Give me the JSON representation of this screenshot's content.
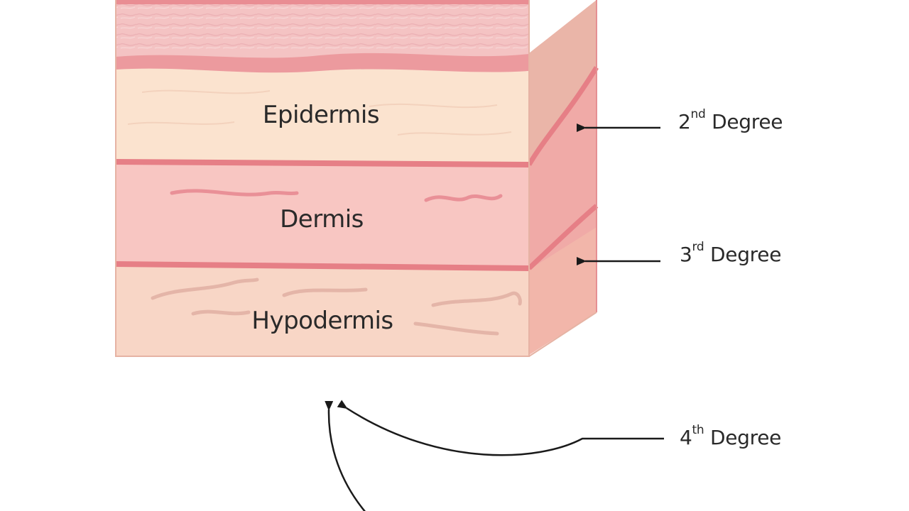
{
  "layers": {
    "epidermis": "Epidermis",
    "dermis": "Dermis",
    "hypodermis": "Hypodermis"
  },
  "degrees": {
    "second": {
      "number": "2",
      "suffix": "nd",
      "word": "Degree"
    },
    "third": {
      "number": "3",
      "suffix": "rd",
      "word": "Degree"
    },
    "fourth": {
      "number": "4",
      "suffix": "th",
      "word": "Degree"
    }
  },
  "colors": {
    "surface": "#f4c3c3",
    "surface_band": "#ec9a9e",
    "epidermis": "#fbe3cf",
    "dermis": "#f8c6c2",
    "hypodermis": "#f8d6c6",
    "divider": "#e67f86",
    "side_face": "#f0aaa7",
    "arrow": "#1a1a1a"
  }
}
